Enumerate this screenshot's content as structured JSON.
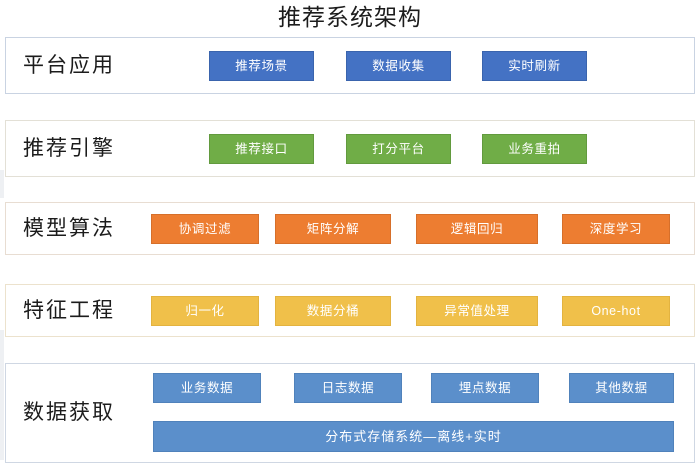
{
  "title": "推荐系统架构",
  "colors": {
    "blue": "#4472C4",
    "green": "#70AD47",
    "orange": "#ED7D31",
    "amber": "#F0C04A",
    "steel": "#5B8FCB",
    "page_background": "#FFFFFF",
    "text_dark": "#1C1C1C",
    "node_text": "#FFFFFF"
  },
  "layers": [
    {
      "id": "platform",
      "label": "平台应用",
      "color": "blue",
      "nodes": [
        {
          "label": "推荐场景"
        },
        {
          "label": "数据收集"
        },
        {
          "label": "实时刷新"
        }
      ]
    },
    {
      "id": "engine",
      "label": "推荐引擎",
      "color": "green",
      "nodes": [
        {
          "label": "推荐接口"
        },
        {
          "label": "打分平台"
        },
        {
          "label": "业务重拍"
        }
      ]
    },
    {
      "id": "model",
      "label": "模型算法",
      "color": "orange",
      "nodes": [
        {
          "label": "协调过滤"
        },
        {
          "label": "矩阵分解"
        },
        {
          "label": "逻辑回归"
        },
        {
          "label": "深度学习"
        }
      ]
    },
    {
      "id": "feature",
      "label": "特征工程",
      "color": "amber",
      "nodes": [
        {
          "label": "归一化"
        },
        {
          "label": "数据分桶"
        },
        {
          "label": "异常值处理"
        },
        {
          "label": "One-hot"
        }
      ]
    },
    {
      "id": "data",
      "label": "数据获取",
      "color": "steel",
      "nodes": [
        {
          "label": "业务数据"
        },
        {
          "label": "日志数据"
        },
        {
          "label": "埋点数据"
        },
        {
          "label": "其他数据"
        }
      ],
      "banner": {
        "label": "分布式存储系统—离线+实时"
      }
    }
  ]
}
